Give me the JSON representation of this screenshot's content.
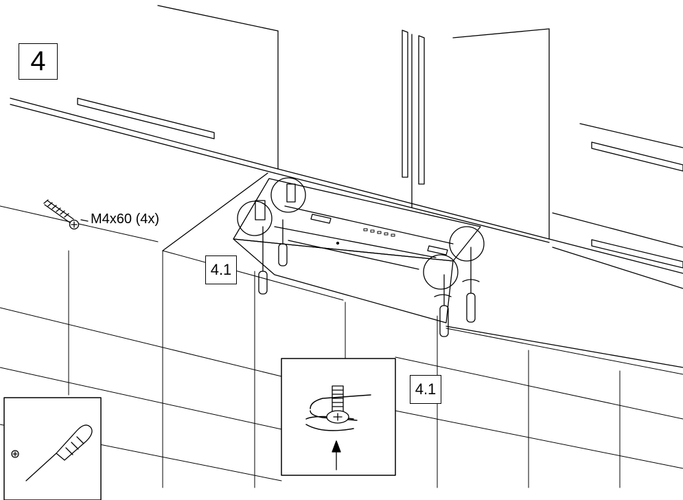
{
  "step_number": "4",
  "substep_labels": [
    "4.1",
    "4.1"
  ],
  "screw_label": "M4x60 (4x)",
  "colors": {
    "line": "#000000",
    "background": "#ffffff"
  },
  "icons": [
    "screw-icon",
    "screwdriver-icon",
    "rotation-arrows-icon",
    "up-arrow-icon",
    "phillips-head-icon"
  ]
}
